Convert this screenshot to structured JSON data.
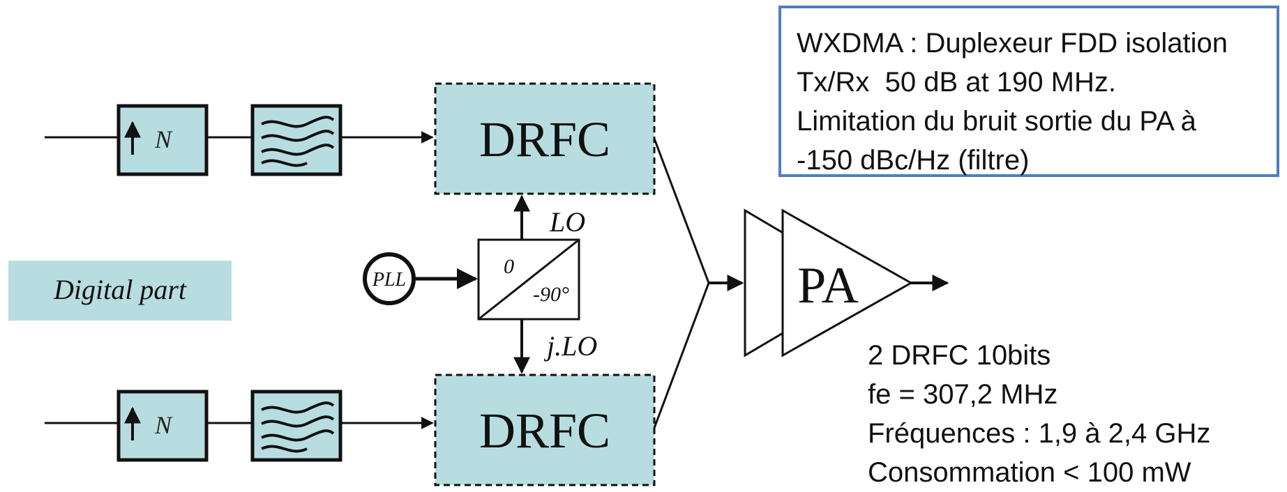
{
  "diagram": {
    "drfc_top_label": "DRFC",
    "drfc_bottom_label": "DRFC",
    "upsampler_label": "N",
    "lo_label": "LO",
    "jlo_label": "j.LO",
    "phase_zero_label": "0",
    "phase_minus90_label": "-90°",
    "pll_label": "PLL",
    "pa_label": "PA",
    "digital_part_label": "Digital part"
  },
  "colors": {
    "block_fill": "#b8dde0",
    "digital_part_fill": "#b8dde0",
    "note_border": "#4f7fbf",
    "stroke": "#111111"
  },
  "note": {
    "lines": [
      "WXDMA : Duplexeur FDD isolation",
      "Tx/Rx  50 dB at 190 MHz.",
      "Limitation du bruit sortie du PA à",
      "-150 dBc/Hz (filtre)"
    ]
  },
  "specs": {
    "lines": [
      "2 DRFC 10bits",
      "fe = 307,2 MHz",
      "Fréquences : 1,9 à 2,4 GHz",
      "Consommation < 100 mW"
    ]
  }
}
